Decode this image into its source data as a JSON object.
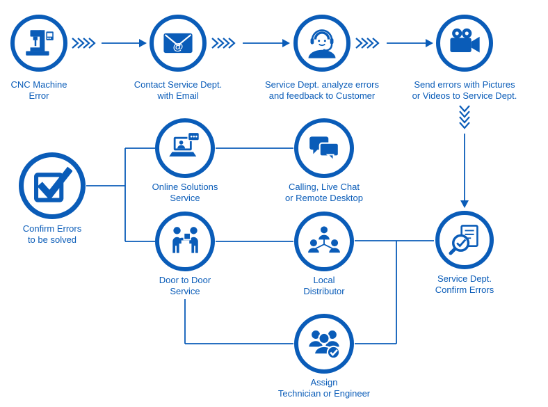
{
  "theme": {
    "accent": "#0a5cb8"
  },
  "icons": {
    "email_at": "@"
  },
  "nodes": [
    {
      "id": "cnc-machine-error",
      "icon": "cnc-machine-icon",
      "label": "CNC Machine\nError"
    },
    {
      "id": "contact-service-email",
      "icon": "email-icon",
      "label": "Contact Service Dept.\nwith Email"
    },
    {
      "id": "service-analyze-feedback",
      "icon": "support-agent-icon",
      "label": "Service Dept. analyze errors\nand feedback to Customer"
    },
    {
      "id": "send-errors-media",
      "icon": "video-camera-icon",
      "label": "Send errors with Pictures\nor Videos to Service Dept."
    },
    {
      "id": "confirm-errors-solved",
      "icon": "checkbox-check-icon",
      "label": "Confirm Errors\nto be solved"
    },
    {
      "id": "online-solutions-service",
      "icon": "online-support-icon",
      "label": "Online Solutions\nService"
    },
    {
      "id": "calling-live-chat",
      "icon": "chat-bubbles-icon",
      "label": "Calling, Live Chat\nor Remote Desktop"
    },
    {
      "id": "door-to-door-service",
      "icon": "door-to-door-icon",
      "label": "Door to Door\nService"
    },
    {
      "id": "local-distributor",
      "icon": "people-network-icon",
      "label": "Local\nDistributor"
    },
    {
      "id": "assign-technician",
      "icon": "team-check-icon",
      "label": "Assign\nTechnician or Engineer"
    },
    {
      "id": "service-confirm-errors",
      "icon": "magnifier-check-icon",
      "label": "Service Dept.\nConfirm Errors"
    }
  ]
}
